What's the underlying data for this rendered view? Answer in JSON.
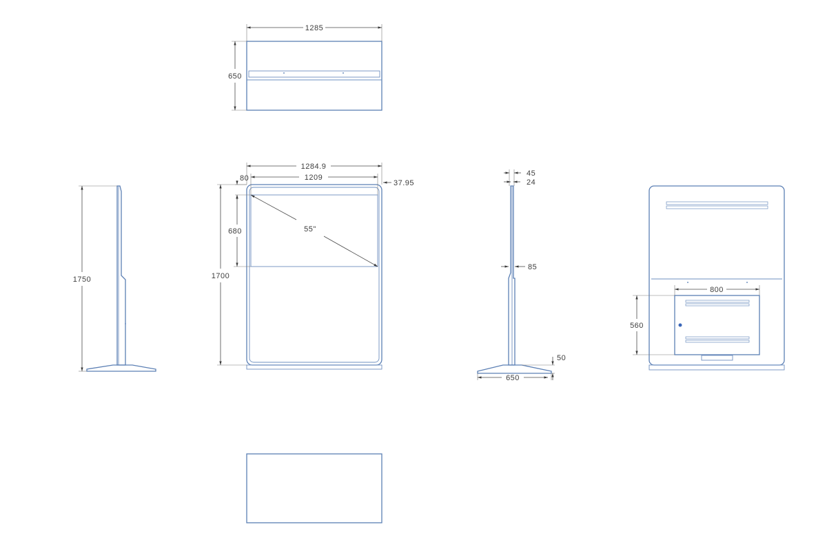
{
  "views": {
    "top": {
      "width_label": "1285",
      "depth_label": "650"
    },
    "side_left": {
      "height_label": "1750"
    },
    "front": {
      "overall_width_label": "1284.9",
      "inner_width_label": "1209",
      "bezel_label": "80",
      "edge_label": "37.95",
      "screen_height_label": "680",
      "diagonal_label": "55\"",
      "body_height_label": "1700"
    },
    "side_right": {
      "thickness_top_label": "45",
      "thickness_inner_label": "24",
      "mid_thickness_label": "85",
      "base_height_label": "50",
      "base_depth_label": "650"
    },
    "back": {
      "panel_width_label": "800",
      "panel_height_label": "560"
    }
  },
  "colors": {
    "outline": "#5b7fb4",
    "dimension": "#4a4a4a"
  }
}
